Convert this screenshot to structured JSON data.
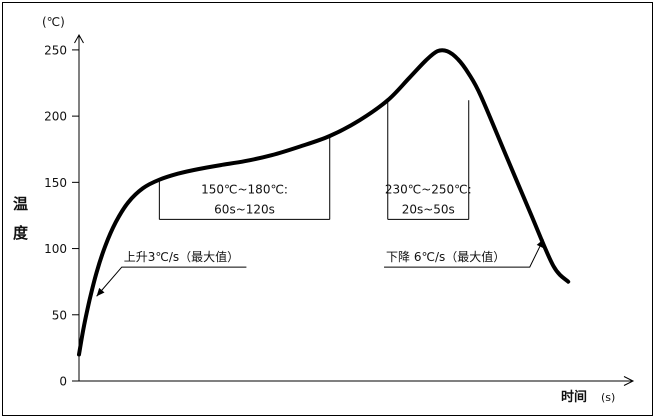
{
  "chart_data": {
    "type": "line",
    "title": "",
    "ylabel": "温度",
    "yunit": "(℃)",
    "xlabel": "时间",
    "xunit": "(s)",
    "ylim": [
      0,
      250
    ],
    "yticks": [
      0,
      50,
      100,
      150,
      200,
      250
    ],
    "ytick_labels": [
      "0",
      "50",
      "100",
      "150",
      "200",
      "250"
    ],
    "grid": false,
    "legend": "none",
    "line_color": "#000000",
    "series": [
      {
        "values": [
          [
            0,
            20
          ],
          [
            3.7,
            40
          ],
          [
            8.5,
            61
          ],
          [
            14.2,
            82
          ],
          [
            21.2,
            102
          ],
          [
            29.7,
            120
          ],
          [
            39.8,
            135
          ],
          [
            51.5,
            145.5
          ],
          [
            64.8,
            152
          ],
          [
            79.7,
            156.5
          ],
          [
            96.2,
            160
          ],
          [
            114.3,
            163
          ],
          [
            134,
            166
          ],
          [
            155.3,
            170.5
          ],
          [
            178,
            177
          ],
          [
            202.2,
            185
          ],
          [
            226.5,
            197
          ],
          [
            249,
            212
          ],
          [
            266.5,
            229
          ],
          [
            279.7,
            242
          ],
          [
            289,
            249
          ],
          [
            297,
            249
          ],
          [
            305.6,
            243
          ],
          [
            314.3,
            232
          ],
          [
            324.2,
            215
          ],
          [
            344.5,
            170
          ],
          [
            364.8,
            125
          ],
          [
            382.5,
            87
          ],
          [
            394.5,
            75
          ]
        ]
      }
    ],
    "annotations": [
      {
        "kind": "interval",
        "line1": "150℃~180℃:",
        "line2": "60s~120s",
        "x_start": 64.8,
        "x_end": 202.2,
        "y_line": 122,
        "y_left_top": 152,
        "y_right_top": 185
      },
      {
        "kind": "interval",
        "line1": "230℃~250℃:",
        "line2": "20s~50s",
        "x_start": 249,
        "x_end": 314.3,
        "y_line": 122,
        "y_left_top": 212,
        "y_right_top": 212
      },
      {
        "kind": "callout",
        "text": "上升3℃/s（最大值）",
        "anchor": [
          14.2,
          64
        ],
        "elbow": [
          34.5,
          86
        ],
        "end": [
          135,
          86
        ]
      },
      {
        "kind": "callout",
        "text": "下降 6℃/s（最大值）",
        "anchor": [
          374.5,
          107
        ],
        "elbow": [
          363.5,
          86
        ],
        "end": [
          246,
          86
        ]
      }
    ]
  }
}
